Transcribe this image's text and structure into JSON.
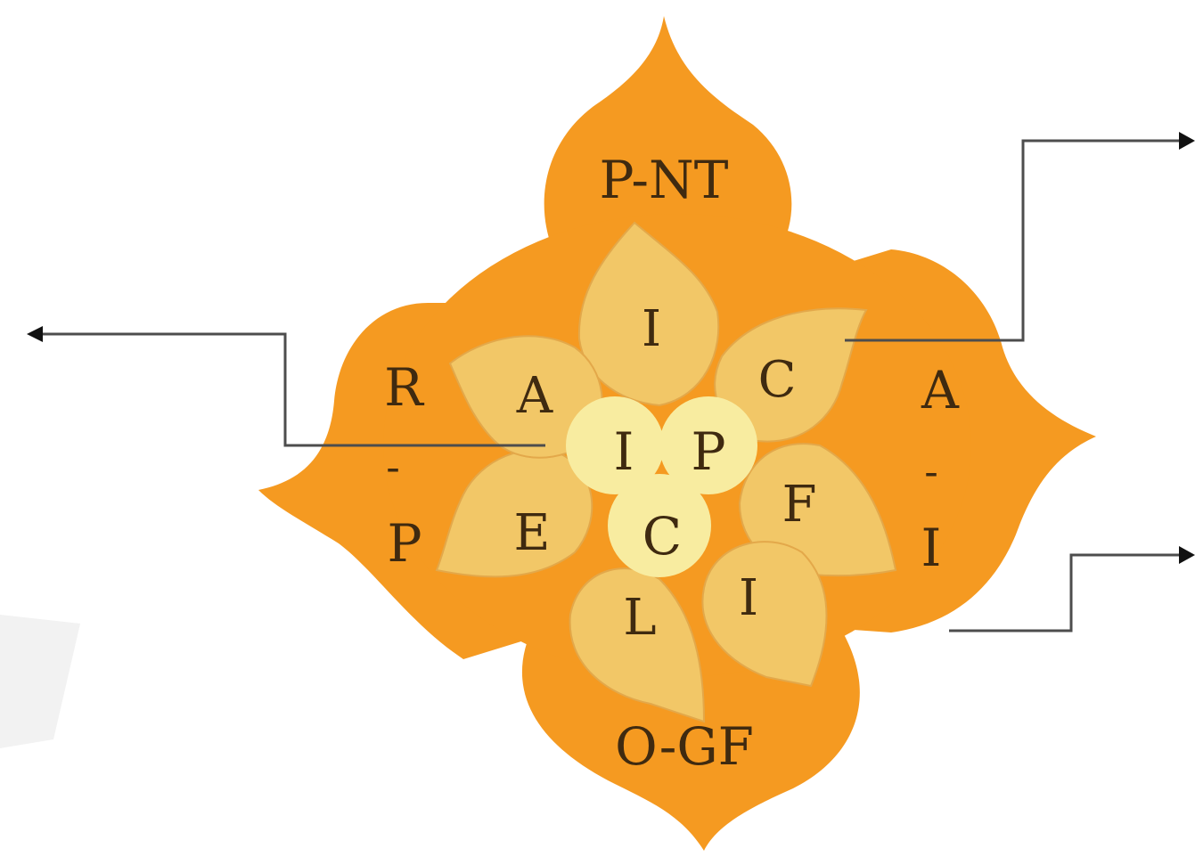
{
  "outer_labels": {
    "top": "P-NT",
    "bottom": "O-GF",
    "left_top": "R",
    "left_sep": "-",
    "left_bottom": "P",
    "right_top": "A",
    "right_sep": "-",
    "right_bottom": "I"
  },
  "petal_labels": {
    "top": "I",
    "upper_right": "C",
    "right": "F",
    "lower_right": "I",
    "bottom": "L",
    "left": "E",
    "upper_left": "A"
  },
  "core_labels": {
    "left": "I",
    "right": "P",
    "bottom": "C"
  },
  "colors": {
    "outer": "#f59a21",
    "petal": "#f2c767",
    "core": "#f8eca0",
    "text": "#3f2a10",
    "connector": "#4d4d4d"
  }
}
